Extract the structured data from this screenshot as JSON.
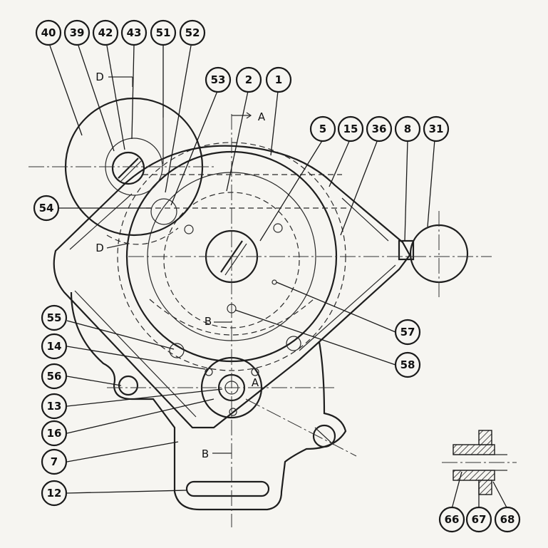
{
  "callouts": [
    {
      "id": "c40",
      "label": "40"
    },
    {
      "id": "c39",
      "label": "39"
    },
    {
      "id": "c42",
      "label": "42"
    },
    {
      "id": "c43",
      "label": "43"
    },
    {
      "id": "c51",
      "label": "51"
    },
    {
      "id": "c52",
      "label": "52"
    },
    {
      "id": "c53",
      "label": "53"
    },
    {
      "id": "c2",
      "label": "2"
    },
    {
      "id": "c1",
      "label": "1"
    },
    {
      "id": "c5",
      "label": "5"
    },
    {
      "id": "c15",
      "label": "15"
    },
    {
      "id": "c36",
      "label": "36"
    },
    {
      "id": "c8",
      "label": "8"
    },
    {
      "id": "c31",
      "label": "31"
    },
    {
      "id": "c54",
      "label": "54"
    },
    {
      "id": "c55",
      "label": "55"
    },
    {
      "id": "c57",
      "label": "57"
    },
    {
      "id": "c58",
      "label": "58"
    },
    {
      "id": "c14",
      "label": "14"
    },
    {
      "id": "c56",
      "label": "56"
    },
    {
      "id": "c13",
      "label": "13"
    },
    {
      "id": "c16",
      "label": "16"
    },
    {
      "id": "c7",
      "label": "7"
    },
    {
      "id": "c12",
      "label": "12"
    },
    {
      "id": "c66",
      "label": "66"
    },
    {
      "id": "c67",
      "label": "67"
    },
    {
      "id": "c68",
      "label": "68"
    }
  ],
  "section_marks": {
    "d_top": "D",
    "d_left": "D",
    "a_top": "A",
    "a_bottom": "A",
    "b_mid": "B",
    "b_bottom": "B"
  }
}
